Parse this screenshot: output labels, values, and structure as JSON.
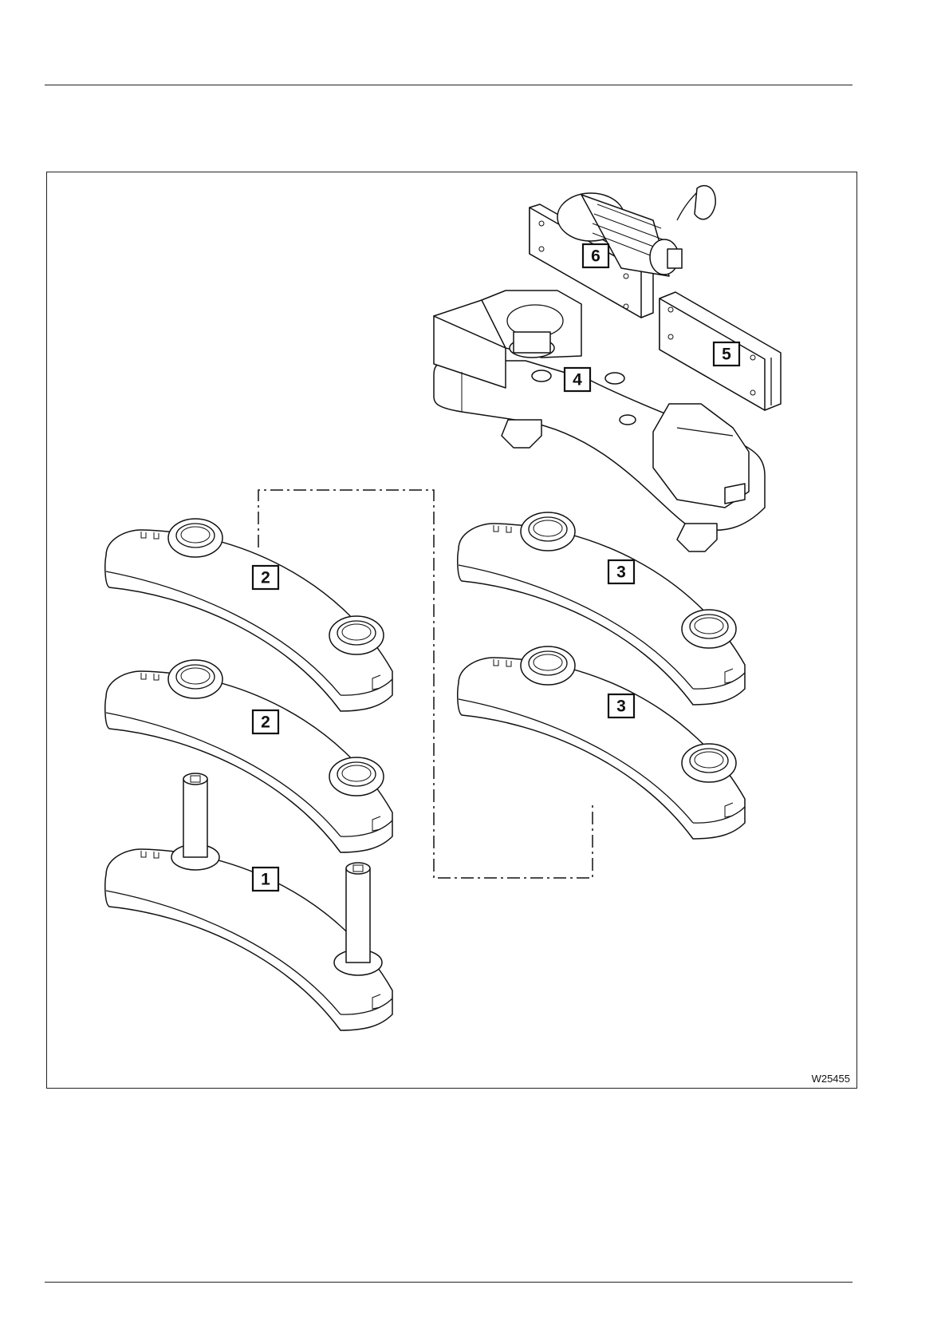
{
  "figure": {
    "code": "W25455",
    "callouts": [
      "1",
      "2",
      "2",
      "3",
      "3",
      "4",
      "5",
      "6"
    ]
  }
}
